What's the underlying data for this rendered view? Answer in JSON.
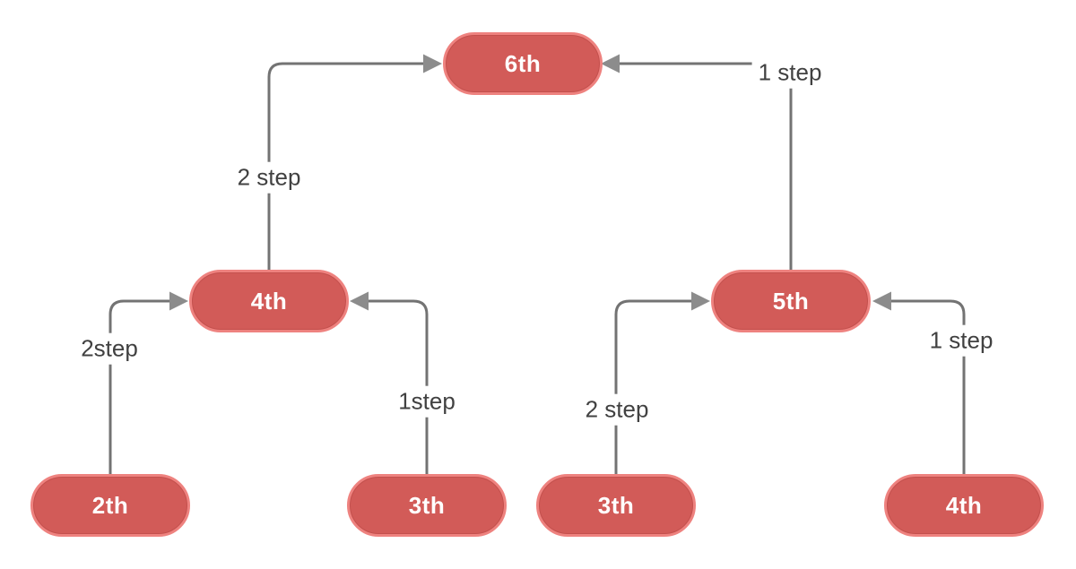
{
  "diagram": {
    "background_color": "#ffffff",
    "node_fill_color": "#d25b58",
    "node_border_color": "#ee827f",
    "node_text_color": "#ffffff",
    "edge_line_color": "#737373",
    "arrowhead_color": "#8c8c8c",
    "edge_label_color": "#414141",
    "nodes": [
      {
        "id": "top",
        "label": "6th"
      },
      {
        "id": "mid-left",
        "label": "4th"
      },
      {
        "id": "mid-right",
        "label": "5th"
      },
      {
        "id": "bottom-1",
        "label": "2th"
      },
      {
        "id": "bottom-2",
        "label": "3th"
      },
      {
        "id": "bottom-3",
        "label": "3th"
      },
      {
        "id": "bottom-4",
        "label": "4th"
      }
    ],
    "edges": [
      {
        "from": "4th",
        "to": "6th",
        "label": "2 step"
      },
      {
        "from": "5th",
        "to": "6th",
        "label": "1 step"
      },
      {
        "from": "2th",
        "to": "4th",
        "label": "2step"
      },
      {
        "from": "3th",
        "to": "4th",
        "label": "1step"
      },
      {
        "from": "3th",
        "to": "5th",
        "label": "2 step"
      },
      {
        "from": "4th",
        "to": "5th",
        "label": "1 step"
      }
    ]
  }
}
